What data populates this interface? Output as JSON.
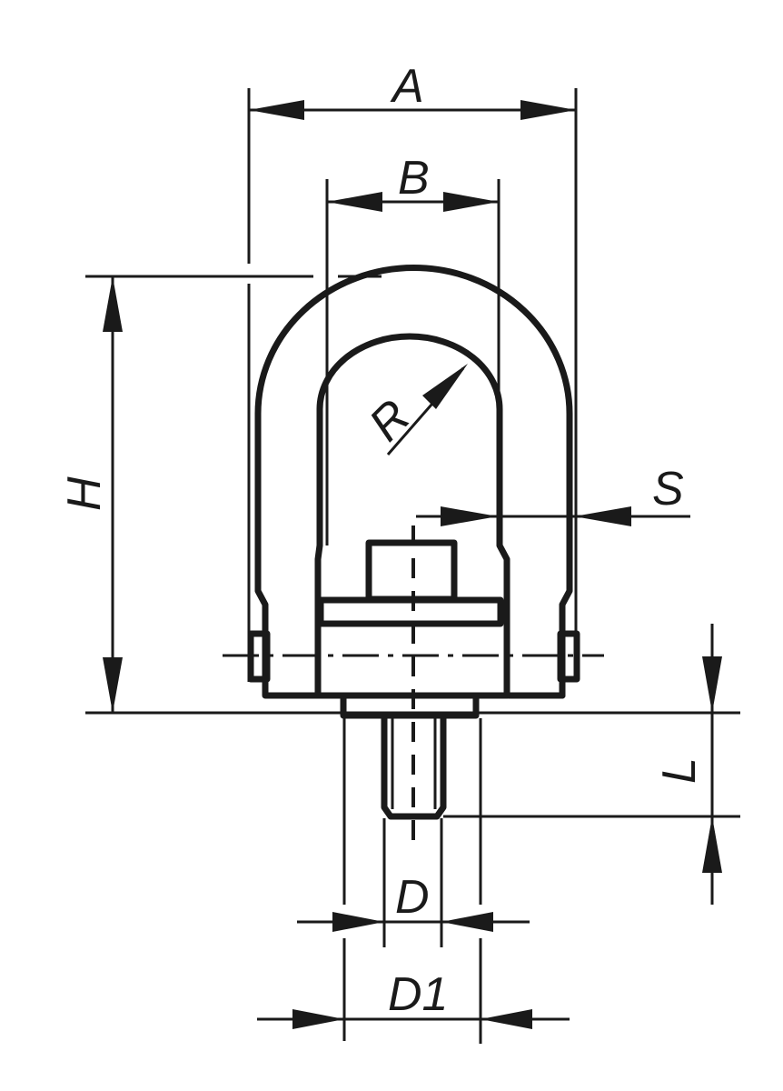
{
  "diagram": {
    "subject": "Swivel lifting eye bolt",
    "line_color": "#1a1a1a",
    "background": "#ffffff"
  },
  "dimensions": {
    "A": {
      "label": "A"
    },
    "B": {
      "label": "B"
    },
    "H": {
      "label": "H"
    },
    "R": {
      "label": "R"
    },
    "S": {
      "label": "S"
    },
    "L": {
      "label": "L"
    },
    "D": {
      "label": "D"
    },
    "D1": {
      "label": "D1"
    }
  }
}
